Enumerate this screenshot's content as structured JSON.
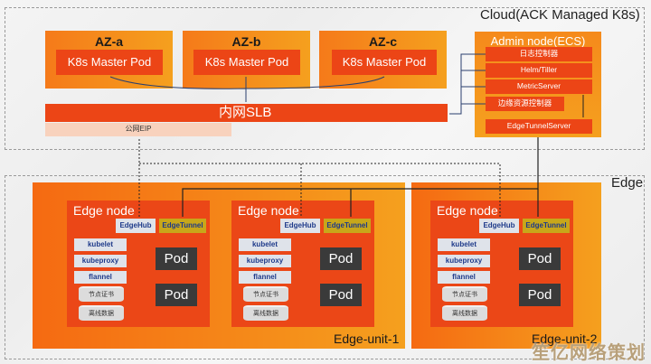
{
  "cloud": {
    "label": "Cloud(ACK Managed K8s)",
    "zones": [
      {
        "title": "AZ-a",
        "pod": "K8s Master Pod"
      },
      {
        "title": "AZ-b",
        "pod": "K8s Master Pod"
      },
      {
        "title": "AZ-c",
        "pod": "K8s Master Pod"
      }
    ],
    "slb": "内网SLB",
    "eip": "公网EIP",
    "admin": {
      "title": "Admin node(ECS)",
      "items": [
        "日志控制器",
        "Helm/Tiller",
        "MetricServer",
        "边缘资源控制器",
        "EdgeTunnelServer"
      ]
    }
  },
  "edge": {
    "label": "Edge",
    "units": [
      {
        "label": "Edge-unit-1",
        "nodes": [
          {
            "title": "Edge node",
            "hub": "EdgeHub",
            "tunnel": "EdgeTunnel",
            "components": [
              "kubelet",
              "kubeproxy",
              "flannel"
            ],
            "disks": [
              "节点证书",
              "离线数据"
            ],
            "pods": [
              "Pod",
              "Pod"
            ]
          },
          {
            "title": "Edge node",
            "hub": "EdgeHub",
            "tunnel": "EdgeTunnel",
            "components": [
              "kubelet",
              "kubeproxy",
              "flannel"
            ],
            "disks": [
              "节点证书",
              "离线数据"
            ],
            "pods": [
              "Pod",
              "Pod"
            ]
          }
        ]
      },
      {
        "label": "Edge-unit-2",
        "nodes": [
          {
            "title": "Edge node",
            "hub": "EdgeHub",
            "tunnel": "EdgeTunnel",
            "components": [
              "kubelet",
              "kubeproxy",
              "flannel"
            ],
            "disks": [
              "节点证书",
              "离线数据"
            ],
            "pods": [
              "Pod",
              "Pod"
            ]
          }
        ]
      }
    ]
  },
  "watermark": "笙亿网络策划"
}
